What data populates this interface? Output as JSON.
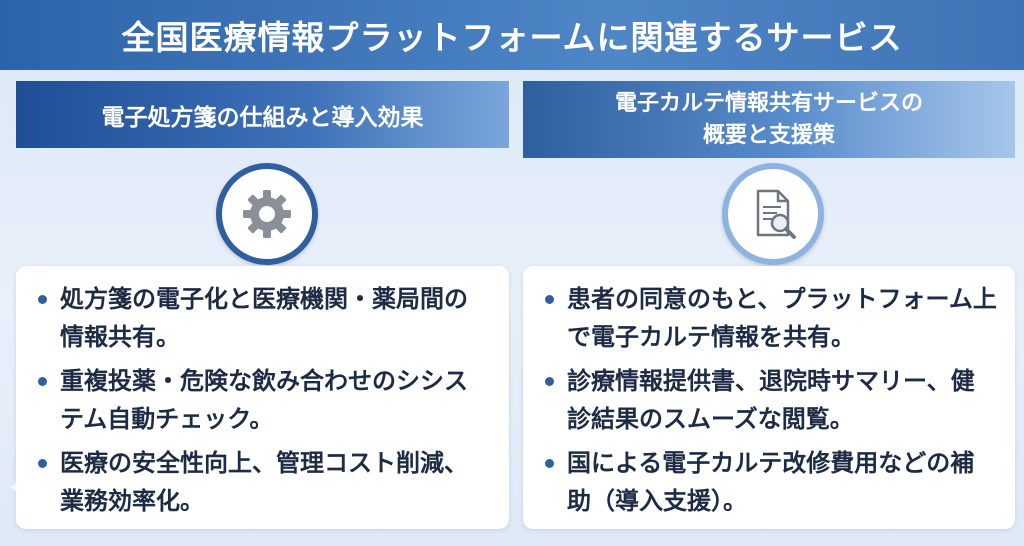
{
  "title": "全国医療情報プラットフォームに関連するサービス",
  "left": {
    "header": "電子処方箋の仕組みと導入効果",
    "icon": "gear-icon",
    "bullets": [
      "処方箋の電子化と医療機関・薬局間の情報共有。",
      "重複投薬・危険な飲み合わせのシシステム自動チェック。",
      "医療の安全性向上、管理コスト削減、業務効率化。"
    ]
  },
  "right": {
    "header_line1": "電子カルテ情報共有サービスの",
    "header_line2": "概要と支援策",
    "icon": "document-search-icon",
    "bullets": [
      "患者の同意のもと、プラットフォーム上で電子カルテ情報を共有。",
      "診療情報提供書、退院時サマリー、健診結果のスムーズな閲覧。",
      "国による電子カルテ改修費用などの補助（導入支援）。"
    ]
  },
  "colors": {
    "title_bar": "#3f73b5",
    "left_header": "#1f4e95",
    "right_header": "#5a8dcc",
    "bullet_dot": "#2f5f9f",
    "text": "#1d2b45"
  }
}
